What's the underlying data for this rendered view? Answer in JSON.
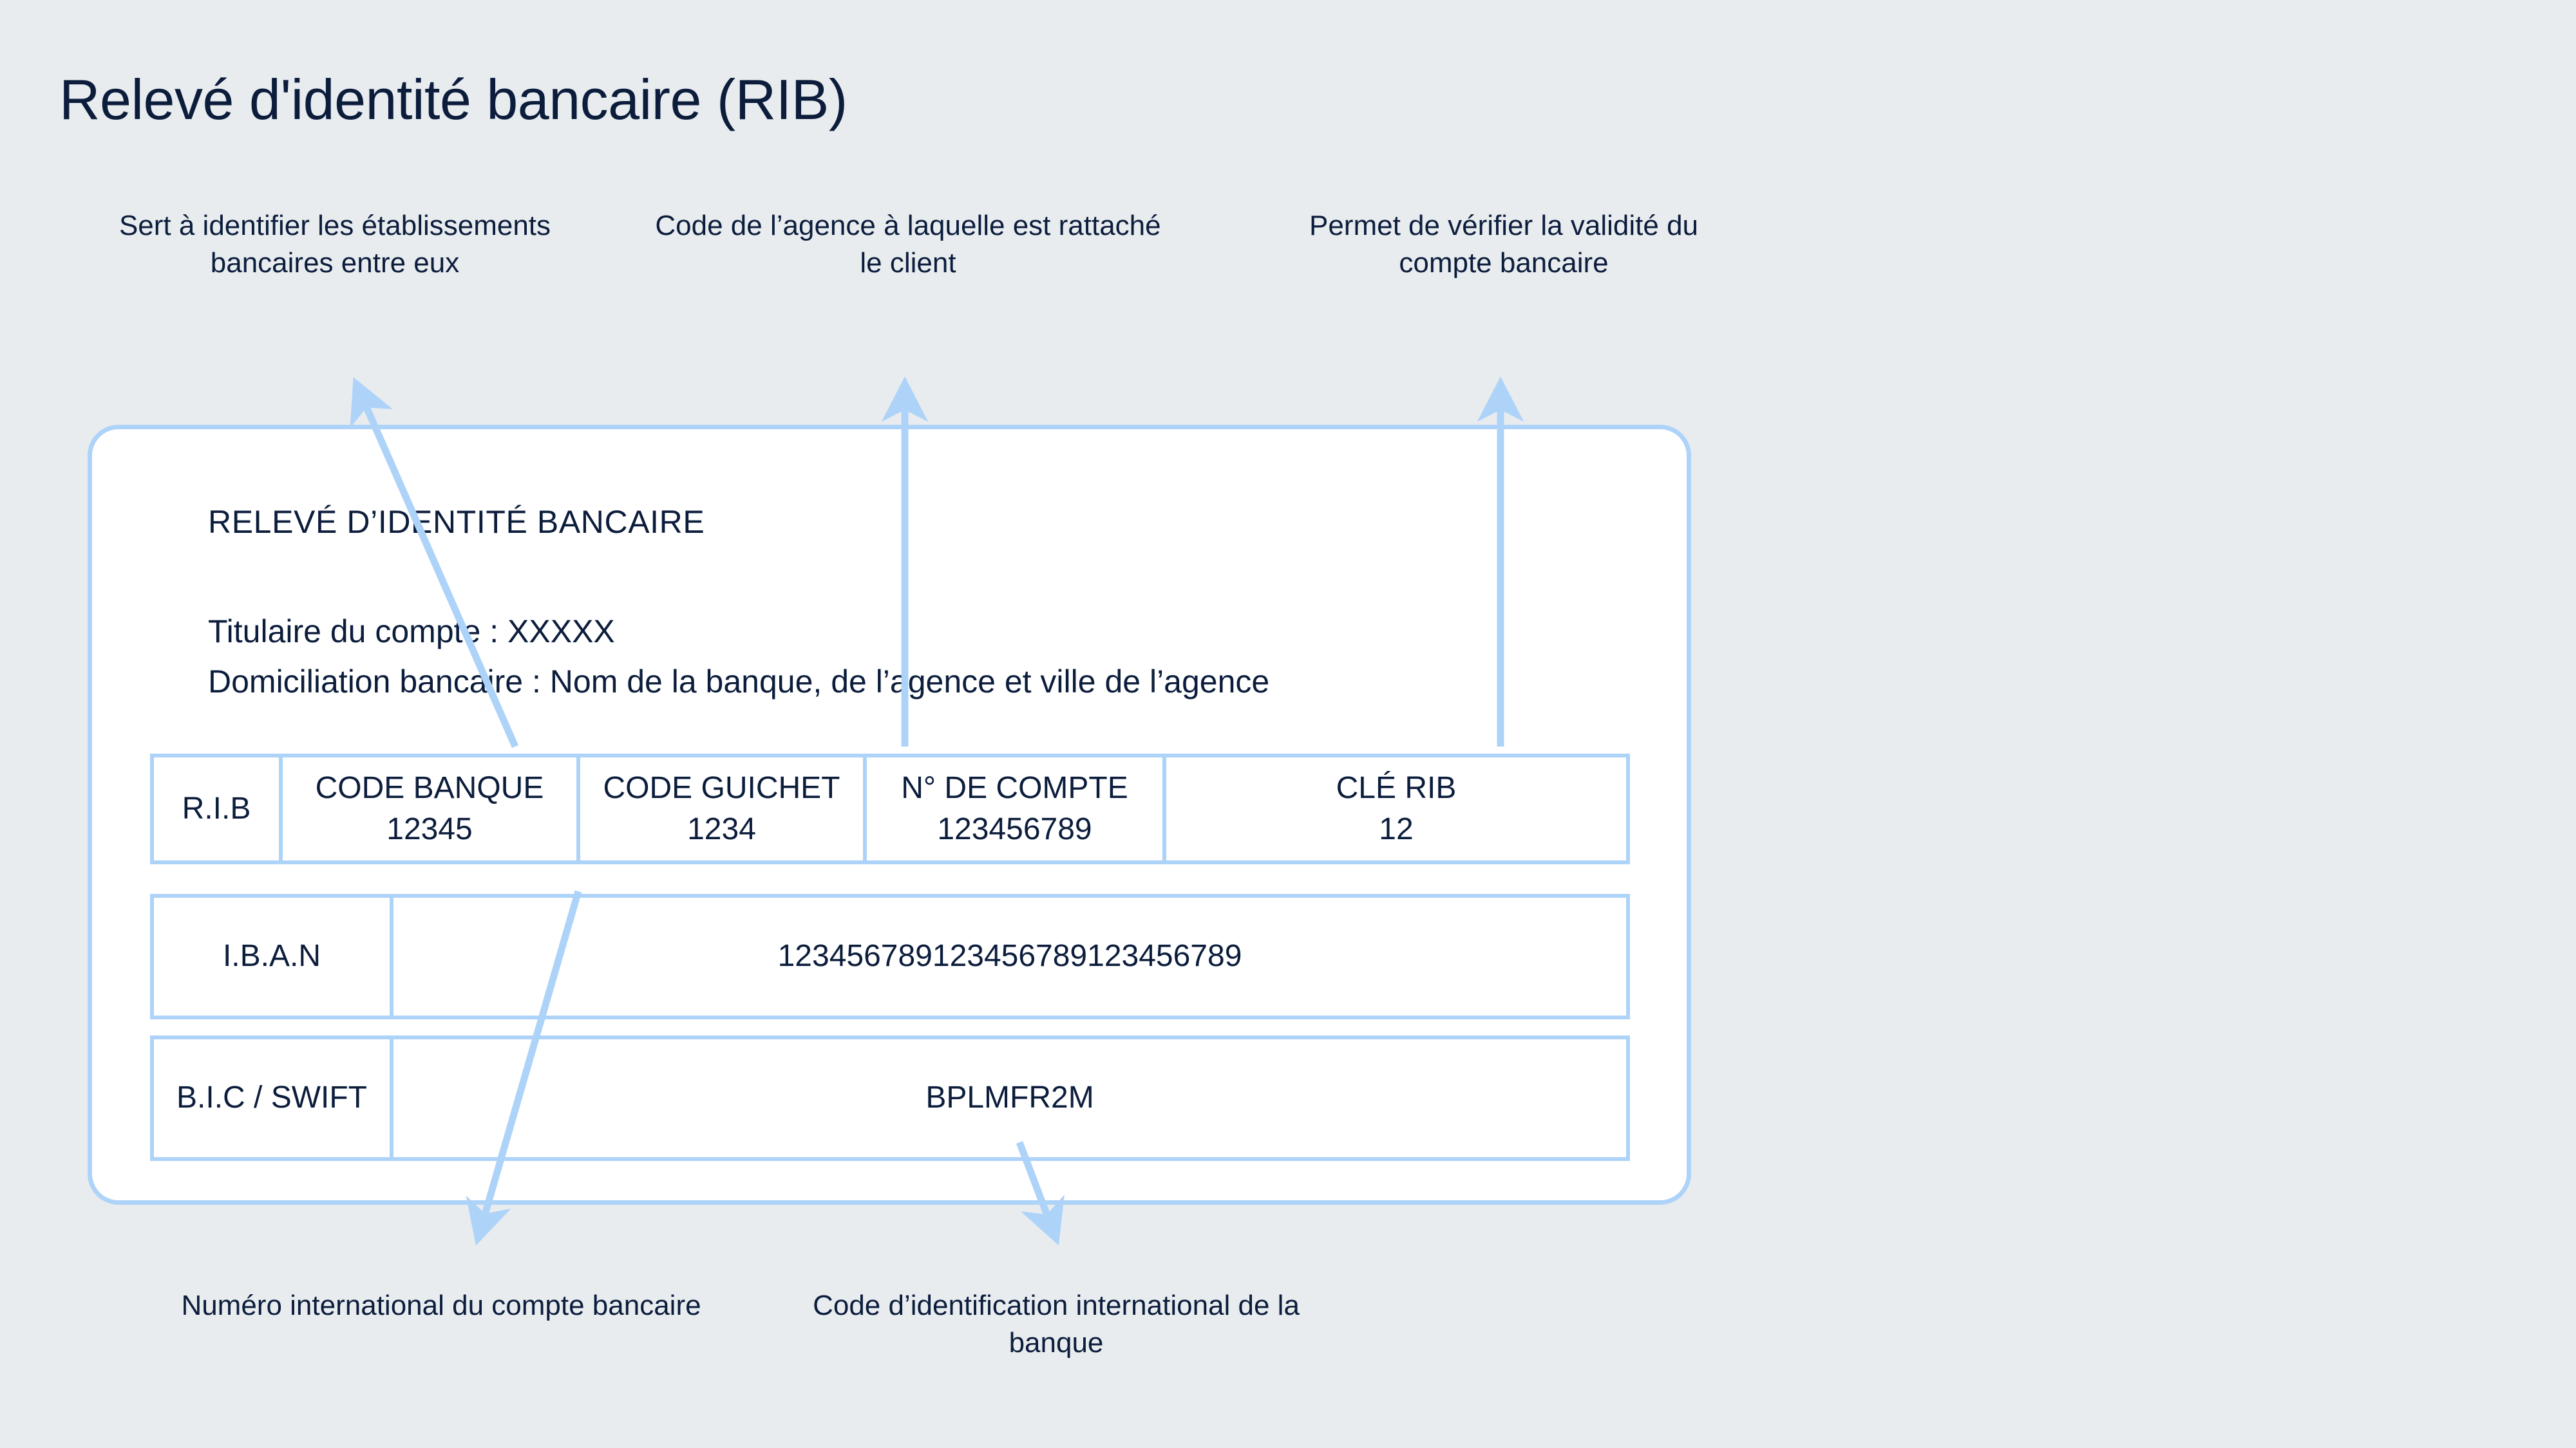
{
  "page": {
    "title": "Relevé d'identité bancaire (RIB)",
    "background_color": "#e8ecef",
    "text_color": "#0c1d3c",
    "accent_color": "#aed3f9"
  },
  "callouts": {
    "code_banque": "Sert à identifier les établissements bancaires entre eux",
    "code_guichet": "Code de l’agence à laquelle est rattaché le client",
    "cle_rib": "Permet de vérifier la validité du compte bancaire",
    "iban": "Numéro international du compte bancaire",
    "bic": "Code d’identification international de la banque"
  },
  "card": {
    "heading": "RELEVÉ D’IDENTITÉ BANCAIRE",
    "owner_line": "Titulaire du compte : XXXXX",
    "domiciliation_line": "Domiciliation bancaire : Nom de la banque, de l’agence et ville de l’agence",
    "rib_row": {
      "title": "R.I.B",
      "cells": [
        {
          "label": "CODE BANQUE",
          "value": "12345"
        },
        {
          "label": "CODE GUICHET",
          "value": "1234"
        },
        {
          "label": "N° DE COMPTE",
          "value": "123456789"
        },
        {
          "label": "CLÉ RIB",
          "value": "12"
        }
      ]
    },
    "iban_row": {
      "title": "I.B.A.N",
      "value": "123456789123456789123456789"
    },
    "bic_row": {
      "title": "B.I.C / SWIFT",
      "value": "BPLMFR2M"
    }
  }
}
